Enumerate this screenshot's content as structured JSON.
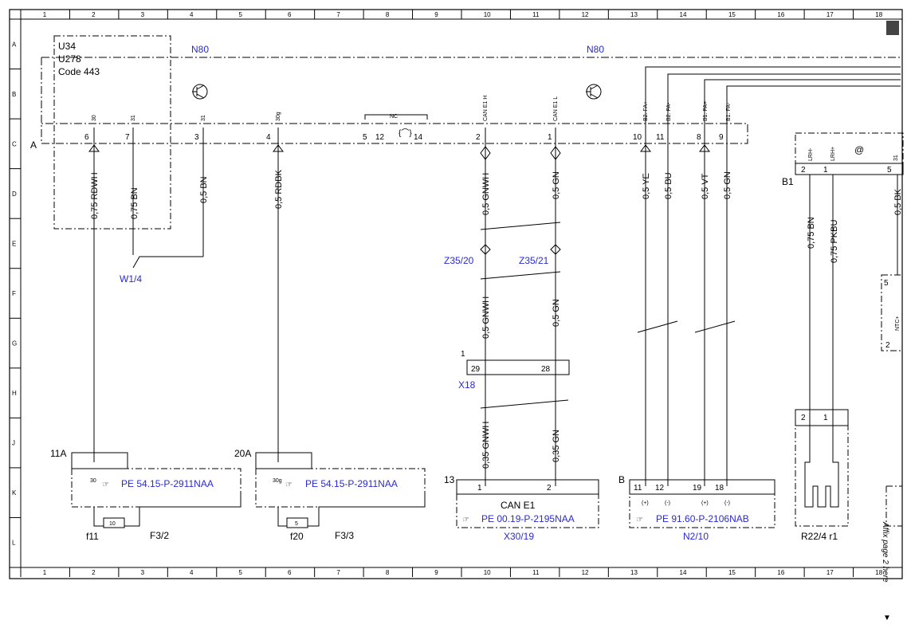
{
  "grid": {
    "columns": [
      "1",
      "2",
      "3",
      "4",
      "5",
      "6",
      "7",
      "8",
      "9",
      "10",
      "11",
      "12",
      "13",
      "14",
      "15",
      "16",
      "17",
      "18"
    ],
    "rows": [
      "A",
      "B",
      "C",
      "D",
      "E",
      "F",
      "G",
      "H",
      "J",
      "K",
      "L"
    ]
  },
  "components": {
    "u34": "U34",
    "u278": "U278",
    "code443": "Code 443",
    "n80_left": "N80",
    "n80_right": "N80",
    "bus_a": "A",
    "nc": "NC",
    "w14": "W1/4",
    "z3520": "Z35/20",
    "z3521": "Z35/21",
    "x18": "X18",
    "x18_pin": "1",
    "f11": "f11",
    "f20": "f20",
    "f32": "F3/2",
    "f33": "F3/3",
    "x3019": "X30/19",
    "n210": "N2/10",
    "r224": "R22/4 r1",
    "b1": "B1",
    "can_e1": "CAN E1",
    "conn_11a": "11A",
    "conn_20a": "20A",
    "conn_13": "13",
    "conn_b": "B",
    "fuse_10": "10",
    "fuse_5": "5"
  },
  "refs": {
    "pe1": "PE 54.15-P-2911NAA",
    "pe2": "PE 54.15-P-2911NAA",
    "pe3": "PE 00.19-P-2195NAA",
    "pe4": "PE 91.60-P-2106NAB"
  },
  "wires": {
    "w1": "0,75 RDWH",
    "w2": "0,75 BN",
    "w3": "0,5 BN",
    "w4": "0,5 RDBK",
    "w5": "0,5 GNWH",
    "w6": "0,5 GN",
    "w7": "0,5 YE",
    "w8": "0,5 BU",
    "w9": "0,5 VT",
    "w10": "0,5 GN",
    "w11": "0,75 BN",
    "w12": "0,75 PKBU",
    "w13": "0,5 BK",
    "w14": "0,5 GNWH",
    "w15": "0,5 GN",
    "w16": "0,35 GNWH",
    "w17": "0,35 GN"
  },
  "pins": {
    "top_30": "30",
    "top_31a": "31",
    "top_31b": "31",
    "top_30g": "30g",
    "top_can_h": "CAN E1 H",
    "top_can_l": "CAN E1 L",
    "top_b2fap": "B2. FA+",
    "top_b2fam": "B2. FA-",
    "top_b1fap": "B1. FA+",
    "top_b1fam": "B1. FA-",
    "p6": "6",
    "p7": "7",
    "p3": "3",
    "p4": "4",
    "p5": "5",
    "p12": "12",
    "p14": "14",
    "p2": "2",
    "p1": "1",
    "p10": "10",
    "p11": "11",
    "p8": "8",
    "p9": "9",
    "x18_29": "29",
    "x18_28": "28",
    "f1_30": "30",
    "f2_30g": "30g",
    "can_1": "1",
    "can_2": "2",
    "n_11": "11",
    "n_12": "12",
    "n_19": "19",
    "n_18": "18",
    "n_plus1": "(+)",
    "n_minus1": "(-)",
    "n_plus2": "(+)",
    "n_minus2": "(-)",
    "r_2": "2",
    "r_1": "1",
    "b1_2": "2",
    "b1_1": "1",
    "b1_5": "5",
    "b1_lrhm": "LRH-",
    "b1_lrhp": "LRH+",
    "b1_31": "31",
    "side_5": "5",
    "side_2": "2",
    "side_ntc": "NTC+"
  },
  "affix": "Affix page 2 here",
  "colors": {
    "link": "#2a2ad4",
    "line": "#000000"
  }
}
